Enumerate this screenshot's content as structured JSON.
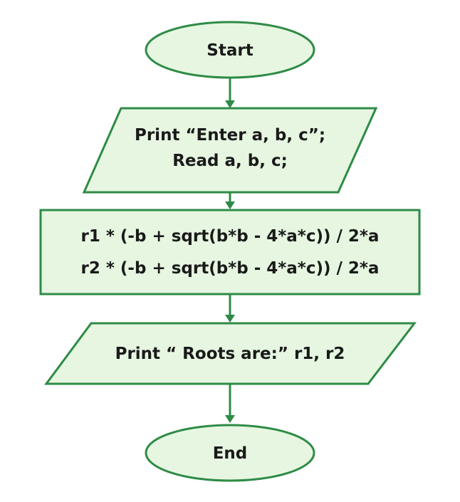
{
  "flowchart": {
    "start": {
      "label": "Start"
    },
    "input": {
      "line1": "Print “Enter a, b, c”;",
      "line2": "Read a, b, c;"
    },
    "process": {
      "line1": "r1 * (-b + sqrt(b*b - 4*a*c)) / 2*a",
      "line2": "r2 * (-b + sqrt(b*b - 4*a*c)) / 2*a"
    },
    "output": {
      "label": "Print “ Roots are:” r1, r2"
    },
    "end": {
      "label": "End"
    }
  }
}
